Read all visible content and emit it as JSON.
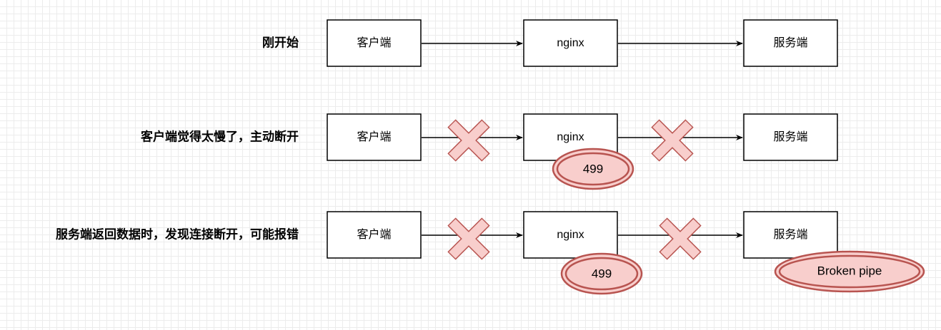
{
  "rows": [
    {
      "label": "刚开始",
      "client": "客户端",
      "proxy": "nginx",
      "server": "服务端"
    },
    {
      "label": "客户端觉得太慢了，主动断开",
      "client": "客户端",
      "proxy": "nginx",
      "server": "服务端",
      "proxy_badge": "499"
    },
    {
      "label": "服务端返回数据时，发现连接断开，可能报错",
      "client": "客户端",
      "proxy": "nginx",
      "server": "服务端",
      "proxy_badge": "499",
      "server_badge": "Broken pipe"
    }
  ],
  "colors": {
    "cross_fill": "#f8cecc",
    "cross_stroke": "#b85450",
    "badge_fill": "#f8cecc",
    "badge_stroke": "#b85450",
    "line": "#000000"
  }
}
